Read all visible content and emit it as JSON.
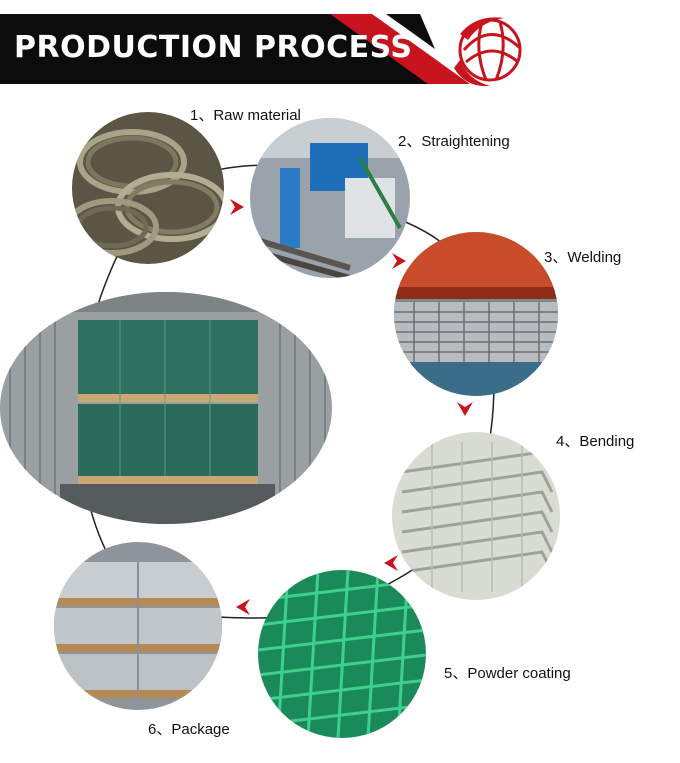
{
  "header": {
    "title": "PRODUCTION PROCESS",
    "bar_color": "#0c0c0c",
    "accent_color": "#c8141e",
    "logo_icon": "globe-swoosh-logo"
  },
  "steps": [
    {
      "label": "1、Raw material",
      "icon": "wire-coil-photo"
    },
    {
      "label": "2、Straightening",
      "icon": "straightening-machine-photo"
    },
    {
      "label": "3、Welding",
      "icon": "welding-machine-photo"
    },
    {
      "label": "4、Bending",
      "icon": "bent-panels-photo"
    },
    {
      "label": "5、Powder coating",
      "icon": "green-coated-panels-photo"
    },
    {
      "label": "6、Package",
      "icon": "pallet-stack-photo"
    }
  ],
  "final": {
    "icon": "loaded-container-photo"
  },
  "arrow_color": "#c8141e"
}
